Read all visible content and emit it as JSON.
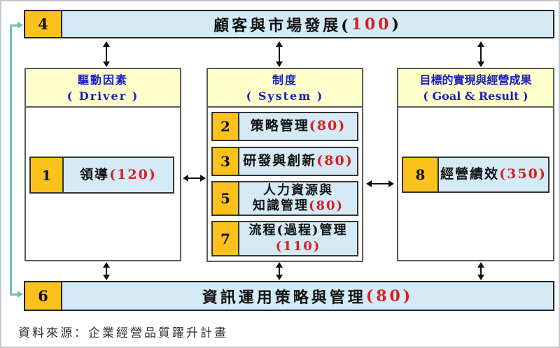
{
  "colors": {
    "badge_orange": "#fcc21b",
    "panel_blue": "#d5eaf7",
    "header_yellow": "#ffffcc",
    "header_text_blue": "#1b1bc4",
    "score_red": "#d81e1e",
    "connector_teal": "#6fbfbf"
  },
  "top_bar": {
    "number": "4",
    "pre": "顧客與市場發展(",
    "value": "100",
    "post": ")"
  },
  "bottom_bar": {
    "number": "6",
    "name": "資訊運用策略與管理",
    "score": "(80)"
  },
  "columns": {
    "left": {
      "title_zh": "驅動因素",
      "title_en": "( Driver )",
      "item": {
        "number": "1",
        "name": "領導",
        "score": "(120)"
      }
    },
    "middle": {
      "title_zh": "制度",
      "title_en": "( System )",
      "items": [
        {
          "number": "2",
          "name": "策略管理",
          "score": "(80)"
        },
        {
          "number": "3",
          "name": "研發與創新",
          "score": "(80)"
        },
        {
          "number": "5",
          "line1": "人力資源與",
          "line2": "知識管理",
          "score": "(80)"
        },
        {
          "number": "7",
          "line1": "流程(過程)管理",
          "score": "(110)"
        }
      ]
    },
    "right": {
      "title_zh": "目標的實現與經營成果",
      "title_en": "( Goal & Result )",
      "item": {
        "number": "8",
        "name": "經營績效",
        "score": "(350)"
      }
    }
  },
  "source_note": "資料來源：企業經營品質躍升計畫"
}
